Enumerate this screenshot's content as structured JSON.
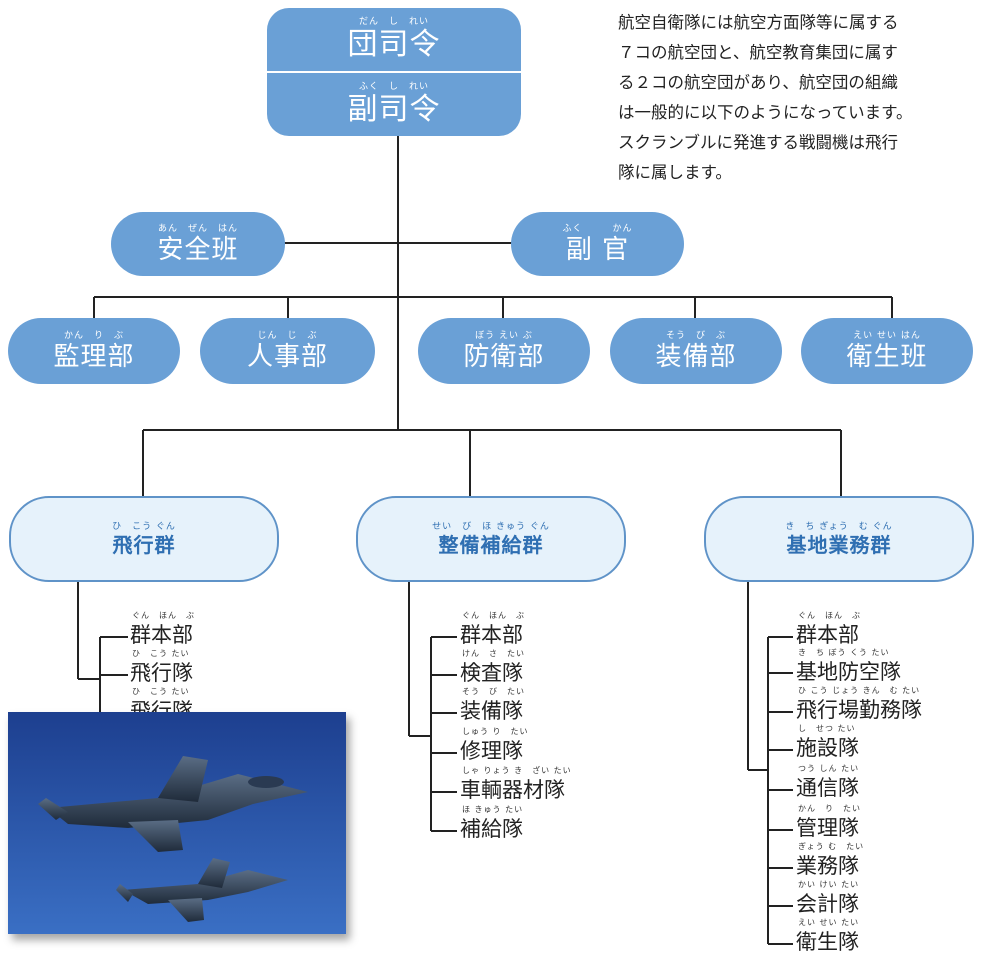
{
  "top": {
    "commander_ruby": "だん　し　れい",
    "commander": "団司令",
    "vice_ruby": "ふく　し　れい",
    "vice": "副司令"
  },
  "staff": [
    {
      "ruby": "あん　ぜん　はん",
      "name": "安全班"
    },
    {
      "ruby": "ふく　　　かん",
      "name": "副 官"
    }
  ],
  "departments": [
    {
      "ruby": "かん　り　ぶ",
      "name": "監理部"
    },
    {
      "ruby": "じん　じ　ぶ",
      "name": "人事部"
    },
    {
      "ruby": "ぼう えい ぶ",
      "name": "防衛部"
    },
    {
      "ruby": "そう　び　ぶ",
      "name": "装備部"
    },
    {
      "ruby": "えい せい はん",
      "name": "衛生班"
    }
  ],
  "groups": [
    {
      "ruby": "ひ　こう ぐん",
      "name": "飛行群",
      "units": [
        {
          "ruby": "ぐん　ほん　ぶ",
          "name": "群本部"
        },
        {
          "ruby": "ひ　こう たい",
          "name": "飛行隊"
        },
        {
          "ruby": "ひ　こう たい",
          "name": "飛行隊"
        }
      ]
    },
    {
      "ruby": "せい　び　ほ きゅう ぐん",
      "name": "整備補給群",
      "units": [
        {
          "ruby": "ぐん　ほん　ぶ",
          "name": "群本部"
        },
        {
          "ruby": "けん　さ　たい",
          "name": "検査隊"
        },
        {
          "ruby": "そう　び　たい",
          "name": "装備隊"
        },
        {
          "ruby": "しゅう り　たい",
          "name": "修理隊"
        },
        {
          "ruby": "しゃ りょう き　ざい たい",
          "name": "車輌器材隊"
        },
        {
          "ruby": "ほ きゅう たい",
          "name": "補給隊"
        }
      ]
    },
    {
      "ruby": "き　ち ぎょう　む ぐん",
      "name": "基地業務群",
      "units": [
        {
          "ruby": "ぐん　ほん　ぶ",
          "name": "群本部"
        },
        {
          "ruby": "き　ち ぼう くう たい",
          "name": "基地防空隊"
        },
        {
          "ruby": "ひ こう じょう きん　む たい",
          "name": "飛行場勤務隊"
        },
        {
          "ruby": "し　せつ たい",
          "name": "施設隊"
        },
        {
          "ruby": "つう しん たい",
          "name": "通信隊"
        },
        {
          "ruby": "かん　り　たい",
          "name": "管理隊"
        },
        {
          "ruby": "ぎょう む　たい",
          "name": "業務隊"
        },
        {
          "ruby": "かい けい たい",
          "name": "会計隊"
        },
        {
          "ruby": "えい せい たい",
          "name": "衛生隊"
        }
      ]
    }
  ],
  "description": [
    "航空自衛隊には航空方面隊等に属する",
    "７コの航空団と、航空教育集団に属す",
    "る２コの航空団があり、航空団の組織",
    "は一般的に以下のようになっています。",
    "スクランブルに発進する戦闘機は飛行",
    "隊に属します。"
  ],
  "colors": {
    "box_blue": "#6aa0d6",
    "group_fill": "#e6f2fb",
    "group_border": "#5f93c8",
    "group_text": "#2f6fb2",
    "line": "#222222"
  },
  "photo": {
    "subject": "fighter-jets"
  }
}
